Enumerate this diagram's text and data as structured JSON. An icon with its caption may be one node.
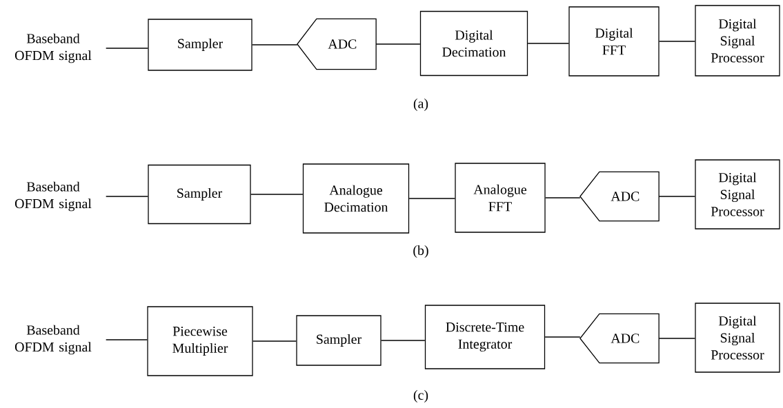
{
  "diagram": {
    "nodes": [
      {
        "text": [
          "Baseband OFDM signal"
        ]
      },
      {
        "text": [
          "Sampler"
        ]
      },
      {
        "text": [
          "ADC"
        ]
      },
      {
        "text": [
          "Digital Decimation"
        ]
      },
      {
        "text": [
          "Digital FFT"
        ]
      },
      {
        "text": [
          "Digital Signal Processor"
        ]
      },
      {
        "text": [
          "Baseband OFDM signal"
        ]
      },
      {
        "text": [
          "Sampler"
        ]
      },
      {
        "text": [
          "Analogue Decimation"
        ]
      },
      {
        "text": [
          "Analogue FFT"
        ]
      },
      {
        "text": [
          "ADC"
        ]
      },
      {
        "text": [
          "Digital Signal Processor"
        ]
      },
      {
        "text": [
          "Baseband OFDM signal"
        ]
      },
      {
        "text": [
          "Piecewise Multiplier"
        ]
      },
      {
        "text": [
          "Sampler"
        ]
      },
      {
        "text": [
          "Discrete-Time Integrator"
        ]
      },
      {
        "text": [
          "ADC"
        ]
      },
      {
        "text": [
          "Digital Signal Processor"
        ]
      }
    ],
    "edges": [
      {
        "from": 0,
        "to": 1,
        "arrow": "none"
      },
      {
        "from": 1,
        "to": 2,
        "arrow": "none"
      },
      {
        "from": 2,
        "to": 3,
        "arrow": "none"
      },
      {
        "from": 3,
        "to": 4,
        "arrow": "none"
      },
      {
        "from": 4,
        "to": 5,
        "arrow": "none"
      },
      {
        "from": 6,
        "to": 7,
        "arrow": "none"
      },
      {
        "from": 7,
        "to": 8,
        "arrow": "none"
      },
      {
        "from": 8,
        "to": 9,
        "arrow": "none"
      },
      {
        "from": 9,
        "to": 10,
        "arrow": "none"
      },
      {
        "from": 10,
        "to": 11,
        "arrow": "none"
      },
      {
        "from": 12,
        "to": 13,
        "arrow": "none"
      },
      {
        "from": 13,
        "to": 14,
        "arrow": "none"
      },
      {
        "from": 14,
        "to": 15,
        "arrow": "none"
      },
      {
        "from": 15,
        "to": 16,
        "arrow": "none"
      },
      {
        "from": 16,
        "to": 17,
        "arrow": "none"
      }
    ],
    "labels": [
      "(a)",
      "(b)",
      "(c)"
    ]
  }
}
